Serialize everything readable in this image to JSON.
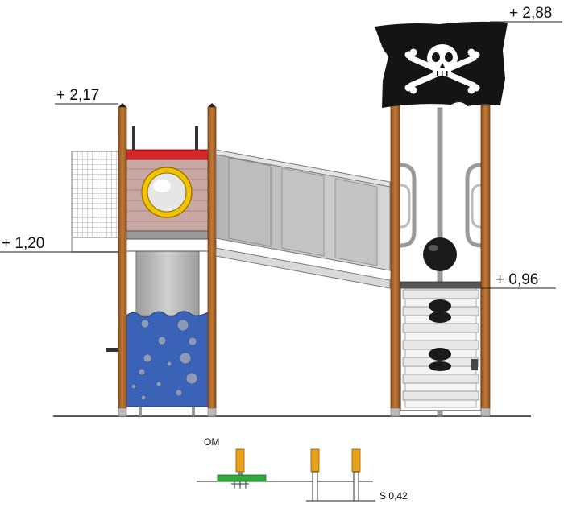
{
  "elevations": {
    "left_tower_top": "+ 2,17",
    "right_tower_top": "+ 2,88",
    "left_platform": "+ 1,20",
    "right_platform": "+ 0,96"
  },
  "foundation": {
    "om_label": "OM",
    "s_label": "S 0,42"
  },
  "colors": {
    "wood": "#b9712f",
    "panel_grey": "#c8c8c8",
    "roof_red": "#d6262b",
    "wall_pink": "#c9a7a3",
    "porthole_yellow": "#f2c200",
    "water_blue": "#3a63b8",
    "flag_black": "#141414",
    "post_yellow": "#e8a21a",
    "anchor_green": "#2eaa3a"
  },
  "icons": {
    "flag": "skull-and-crossbones-icon"
  }
}
